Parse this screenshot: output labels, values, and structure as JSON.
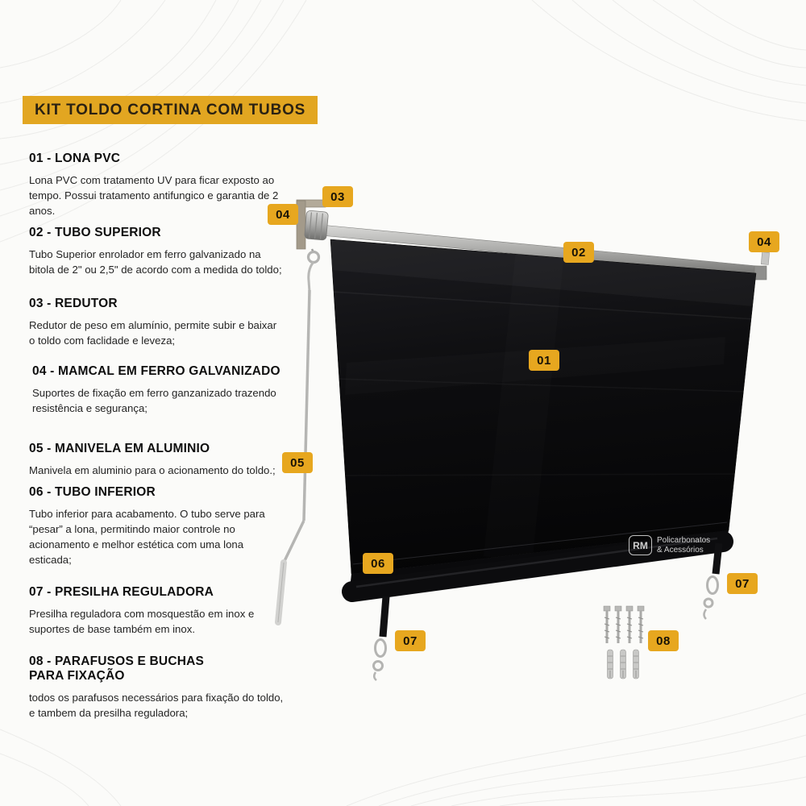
{
  "title": "KIT TOLDO CORTINA COM TUBOS",
  "parts": [
    {
      "heading": "01 - LONA PVC",
      "description": "Lona PVC com tratamento UV para ficar exposto ao tempo. Possui tratamento antifungico e garantia de 2 anos."
    },
    {
      "heading": "02 - TUBO SUPERIOR",
      "description": "Tubo Superior enrolador em ferro galvanizado na bitola de 2\" ou 2,5\" de acordo com a medida do toldo;"
    },
    {
      "heading": "03 - REDUTOR",
      "description": "Redutor de peso em alumínio, permite subir e baixar o toldo com faclidade e leveza;"
    },
    {
      "heading": "04 - MAMCAL  EM FERRO GALVANIZADO",
      "description": "Suportes de fixação em ferro ganzanizado trazendo resistência e segurança;"
    },
    {
      "heading": "05 - MANIVELA EM ALUMINIO",
      "description": "Manivela em aluminio para o acionamento do toldo.;"
    },
    {
      "heading": "06 - TUBO INFERIOR",
      "description": "Tubo inferior para acabamento. O tubo serve para “pesar” a lona, permitindo maior controle no acionamento e melhor estética com uma lona esticada;"
    },
    {
      "heading": "07 - PRESILHA REGULADORA",
      "description": "Presilha reguladora com mosquestão em inox e suportes de base também em inox."
    },
    {
      "heading": "08 - PARAFUSOS E BUCHAS PARA FIXAÇÃO",
      "description": "todos os parafusos necessários para fixação do toldo, e tambem da presilha reguladora;"
    }
  ],
  "diagram": {
    "tags": [
      {
        "label": "03"
      },
      {
        "label": "04"
      },
      {
        "label": "02"
      },
      {
        "label": "04"
      },
      {
        "label": "01"
      },
      {
        "label": "05"
      },
      {
        "label": "06"
      },
      {
        "label": "07"
      },
      {
        "label": "07"
      },
      {
        "label": "08"
      }
    ],
    "watermark": {
      "initials": "RM",
      "line1": "Policarbonatos",
      "line2": "& Acessórios"
    }
  },
  "colors": {
    "accent": "#E7A71F",
    "canvas": "#0b0b0d",
    "text": "#1c1c1c",
    "background": "#fbfbf9"
  }
}
